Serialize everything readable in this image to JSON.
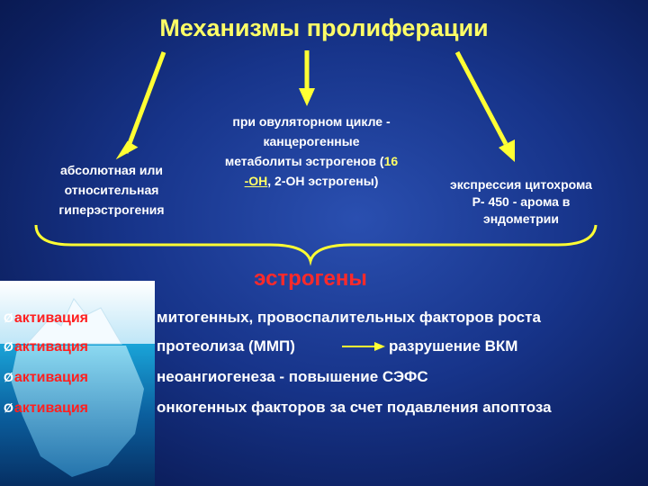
{
  "title": "Механизмы пролиферации",
  "branches": {
    "left": [
      "абсолютная или",
      "относительная",
      "гиперэстрогения"
    ],
    "center": {
      "line1": "при овуляторном цикле -",
      "line2": "канцерогенные",
      "line3_a": "метаболиты эстрогенов (",
      "line3_b": "16",
      "line4_a": "-ОН",
      "line4_b": ", 2-ОН эстрогены)"
    },
    "right": [
      "экспрессия цитохрома",
      "Р- 450 - арома в",
      "эндометрии"
    ]
  },
  "brace_label": "эстрогены",
  "rows": [
    {
      "label": "активация",
      "text": "митогенных, провоспалительных факторов роста"
    },
    {
      "label": "активация",
      "text": "протеолиза (ММП)",
      "arrow_target": "разрушение ВКМ"
    },
    {
      "label": "активация",
      "text": "неоангиогенеза - повышение СЭФС"
    },
    {
      "label": "активация",
      "text": "онкогенных факторов за счет подавления апоптоза"
    }
  ],
  "colors": {
    "title": "#ffff66",
    "arrows": "#ffff33",
    "brace_label": "#ff2a2a",
    "row_label": "#ff2020",
    "background": "#17348a"
  },
  "icons": {
    "row_bullet": "check-arrow-bullet"
  }
}
